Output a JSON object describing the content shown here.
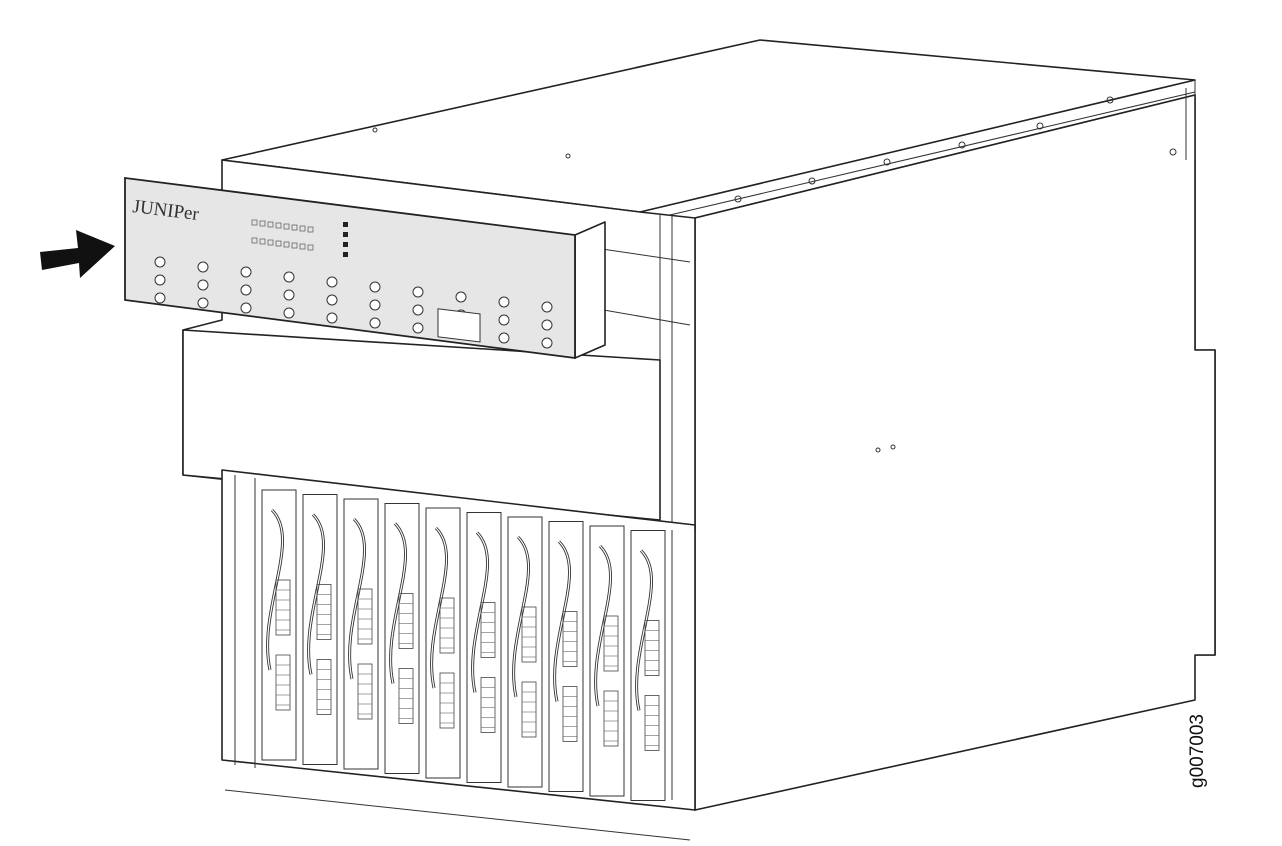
{
  "figure": {
    "figure_id": "g007003",
    "panel_logo": "JUNIPer",
    "arrow_direction": "right",
    "card_slots": 10,
    "colors": {
      "line": "#222222",
      "panel": "#e6e6e6",
      "arrow": "#111111"
    }
  }
}
